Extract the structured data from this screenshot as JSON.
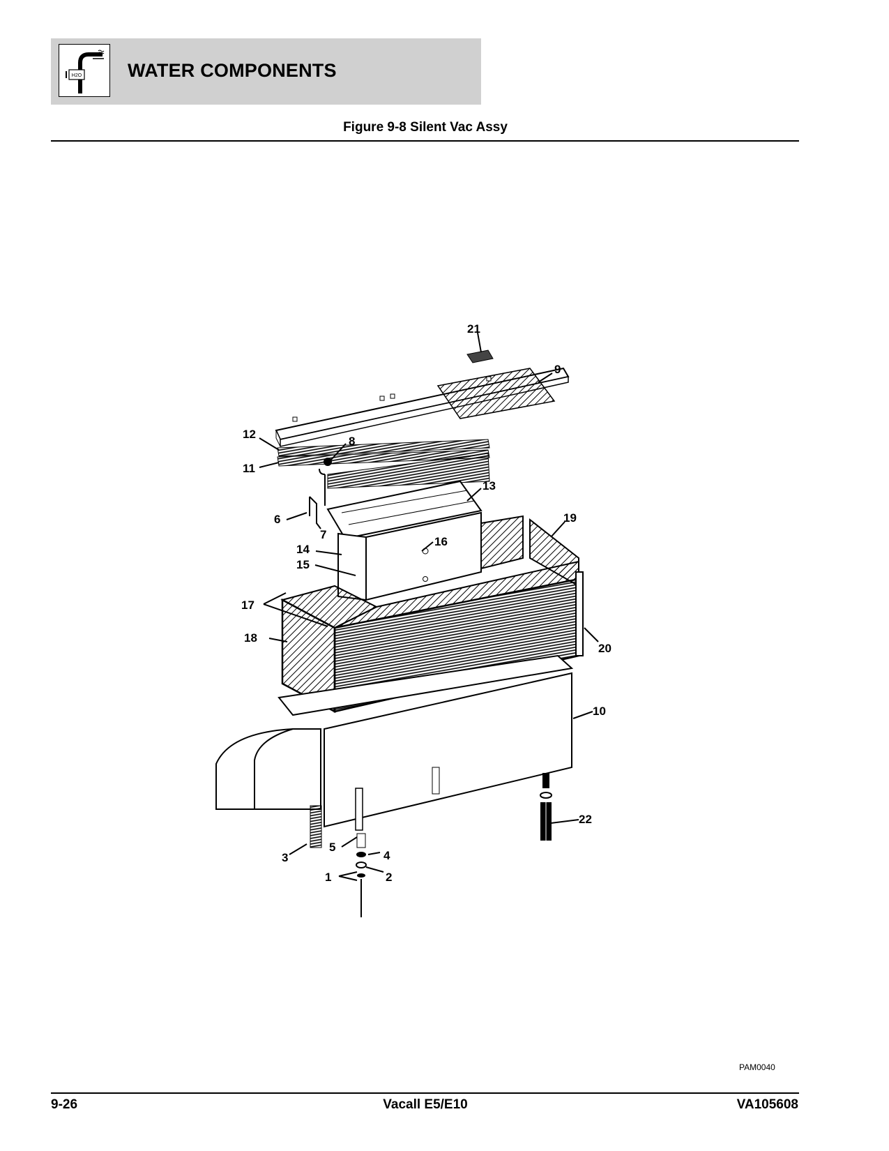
{
  "header": {
    "section_title": "WATER COMPONENTS",
    "icon": "water-faucet-h2o-icon",
    "icon_label": "H2O"
  },
  "figure": {
    "title": "Figure 9-8 Silent Vac Assy",
    "drawing_id": "PAM0040",
    "callouts": [
      "1",
      "2",
      "3",
      "4",
      "5",
      "6",
      "7",
      "8",
      "9",
      "10",
      "11",
      "12",
      "13",
      "14",
      "15",
      "16",
      "17",
      "18",
      "19",
      "20",
      "21",
      "22"
    ]
  },
  "footer": {
    "page_number": "9-26",
    "manual_title": "Vacall E5/E10",
    "document_number": "VA105608"
  }
}
